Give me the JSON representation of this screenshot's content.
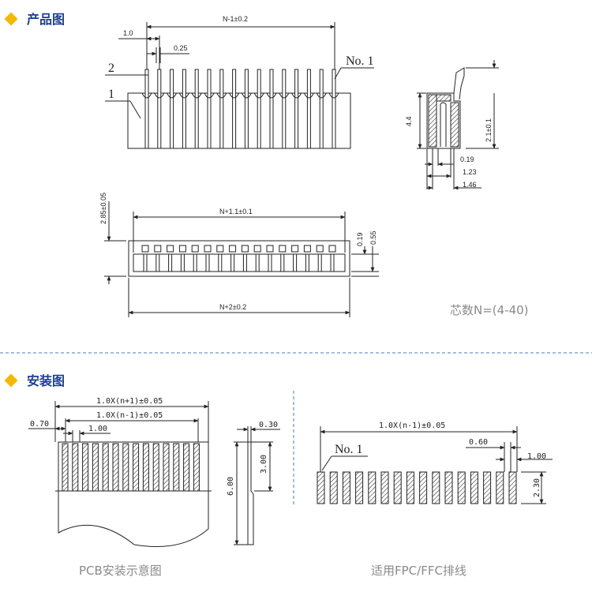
{
  "colors": {
    "section_title": "#1d3f93",
    "diamond": "#f5b800",
    "separator": "#4a7bbf",
    "caption": "#8a8a8a",
    "line": "#222222"
  },
  "sections": {
    "product": {
      "title": "产品图",
      "icon": "diamond-icon"
    },
    "install": {
      "title": "安装图",
      "icon": "diamond-icon"
    }
  },
  "product": {
    "front": {
      "dim_width": "N-1±0.2",
      "dim_offset": "1.0",
      "dim_pin": "0.25",
      "label_pin1": "No. 1",
      "label_2": "2",
      "label_1": "1"
    },
    "side": {
      "dim_height": "4.4",
      "dim_height2": "2.1±0.1",
      "dim_a": "0.19",
      "dim_b": "1.23",
      "dim_c": "1.46"
    },
    "top": {
      "dim_height": "2.85±0.05",
      "dim_inner": "N+1.1±0.1",
      "dim_outer": "N+2±0.2",
      "dim_r1": "0.19",
      "dim_r2": "0.55"
    },
    "note": "芯数N=(4-40)"
  },
  "install": {
    "pcb": {
      "dim_total": "1.0X(n+1)±0.05",
      "dim_span": "1.0X(n-1)±0.05",
      "dim_edge": "0.70",
      "dim_pitch": "1.00",
      "caption": "PCB安装示意图"
    },
    "pcb_side": {
      "dim_t": "0.30",
      "dim_h1": "3.00",
      "dim_h2": "6.00"
    },
    "fpc": {
      "dim_span": "1.0X(n-1)±0.05",
      "dim_gap": "0.60",
      "dim_pitch": "1.00",
      "dim_h": "2.30",
      "label_pin1": "No. 1",
      "caption": "适用FPC/FFC排线"
    }
  }
}
